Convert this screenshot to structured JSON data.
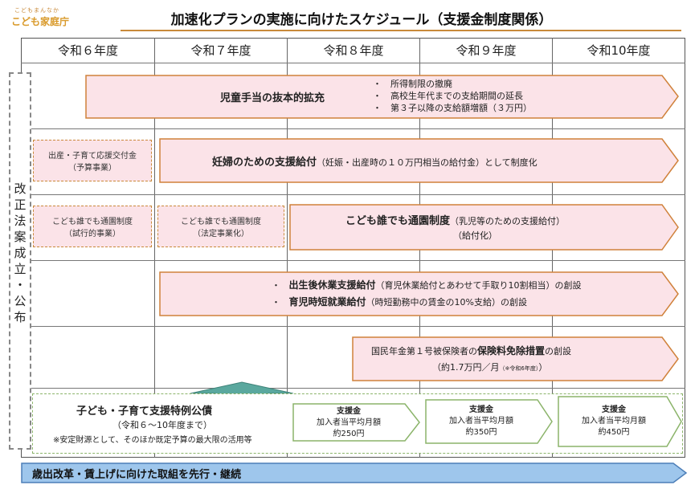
{
  "logo": {
    "small": "こどもまんなか",
    "main": "こども家庭庁"
  },
  "title": "加速化プランの実施に向けたスケジュール（支援金制度関係）",
  "years": [
    "令和６年度",
    "令和７年度",
    "令和８年度",
    "令和９年度",
    "令和10年度"
  ],
  "side_label": [
    "改",
    "正",
    "法",
    "案",
    "成",
    "立",
    "・",
    "公",
    "布"
  ],
  "row1": {
    "heading": "児童手当の抜本的拡充",
    "bullets": [
      "・　所得制限の撤廃",
      "・　高校生年代までの支給期間の延長",
      "・　第３子以降の支給額増額（３万円）"
    ]
  },
  "row2": {
    "box_line1": "出産・子育て応援交付金",
    "box_line2": "（予算事業）",
    "heading": "妊婦のための支援給付",
    "detail": "（妊娠・出産時の１０万円相当の給付金）として制度化"
  },
  "row3": {
    "box1_line1": "こども誰でも通園制度",
    "box1_line2": "（試行的事業）",
    "box2_line1": "こども誰でも通園制度",
    "box2_line2": "（法定事業化）",
    "heading": "こども誰でも通園制度",
    "detail1": "（乳児等のための支援給付）",
    "detail2": "（給付化）"
  },
  "row4": {
    "bullet1": "・",
    "heading1": "出生後休業支援給付",
    "detail1": "（育児休業給付とあわせて手取り10割相当）の創設",
    "bullet2": "・",
    "heading2": "育児時短就業給付",
    "detail2": "（時短勤務中の賃金の10%支給）の創設"
  },
  "row5": {
    "prefix": "国民年金第１号被保険者の",
    "heading": "保険料免除措置",
    "suffix": "の創設",
    "line2a": "（約1.7万円／月",
    "line2b": "（※令和6年度）",
    "line2c": "）"
  },
  "row6": {
    "heading": "子ども・子育て支援特例公債",
    "line2": "（令和６～10年度まで）",
    "line3": "※安定財源として、そのほか既定予算の最大限の活用等",
    "boxes": [
      {
        "title": "支援金",
        "line1": "加入者当平均月額",
        "line2": "約250円"
      },
      {
        "title": "支援金",
        "line1": "加入者当平均月額",
        "line2": "約350円"
      },
      {
        "title": "支援金",
        "line1": "加入者当平均月額",
        "line2": "約450円"
      }
    ]
  },
  "bottom_bar": "歳出改革・賃上げに向けた取組を先行・継続",
  "colors": {
    "pink_fill": "#fbe3e8",
    "orange_border": "#d0813a",
    "green_border": "#8bb46a",
    "teal": "#5aa89e",
    "blue_bar": "#9ec6ec"
  }
}
